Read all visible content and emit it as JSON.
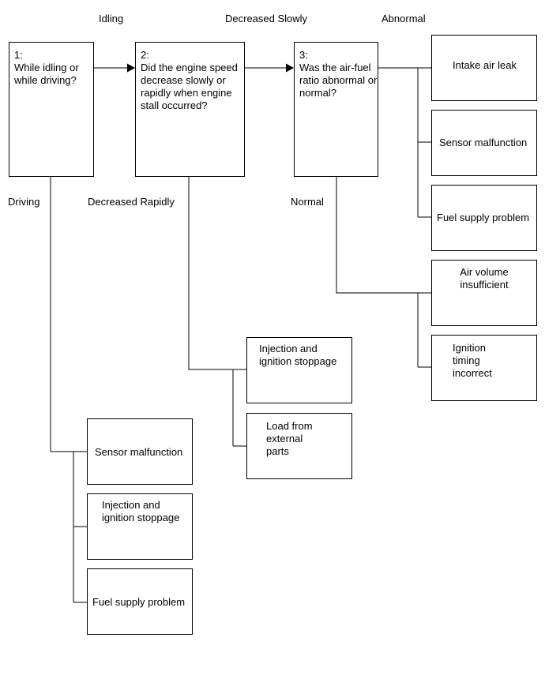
{
  "labels": {
    "idling": "Idling",
    "driving": "Driving",
    "decreased_slowly": "Decreased Slowly",
    "decreased_rapidly": "Decreased Rapidly",
    "abnormal": "Abnormal",
    "normal": "Normal"
  },
  "questions": [
    {
      "num": "1:",
      "text": "While idling or while driving?"
    },
    {
      "num": "2:",
      "text": "Did the engine speed decrease slowly or rapidly when engine stall occurred?"
    },
    {
      "num": "3:",
      "text": "Was the air-fuel ratio abnormal or normal?"
    }
  ],
  "results": {
    "driving": [
      "Sensor malfunction",
      "Injection and ignition stoppage",
      "Fuel supply problem"
    ],
    "rapid": [
      "Injection and ignition stoppage",
      "Load from external parts"
    ],
    "abnormal": [
      "Intake air leak",
      "Sensor malfunction",
      "Fuel supply problem"
    ],
    "normal": [
      "Air volume insufficient",
      "Ignition timing incorrect"
    ]
  }
}
